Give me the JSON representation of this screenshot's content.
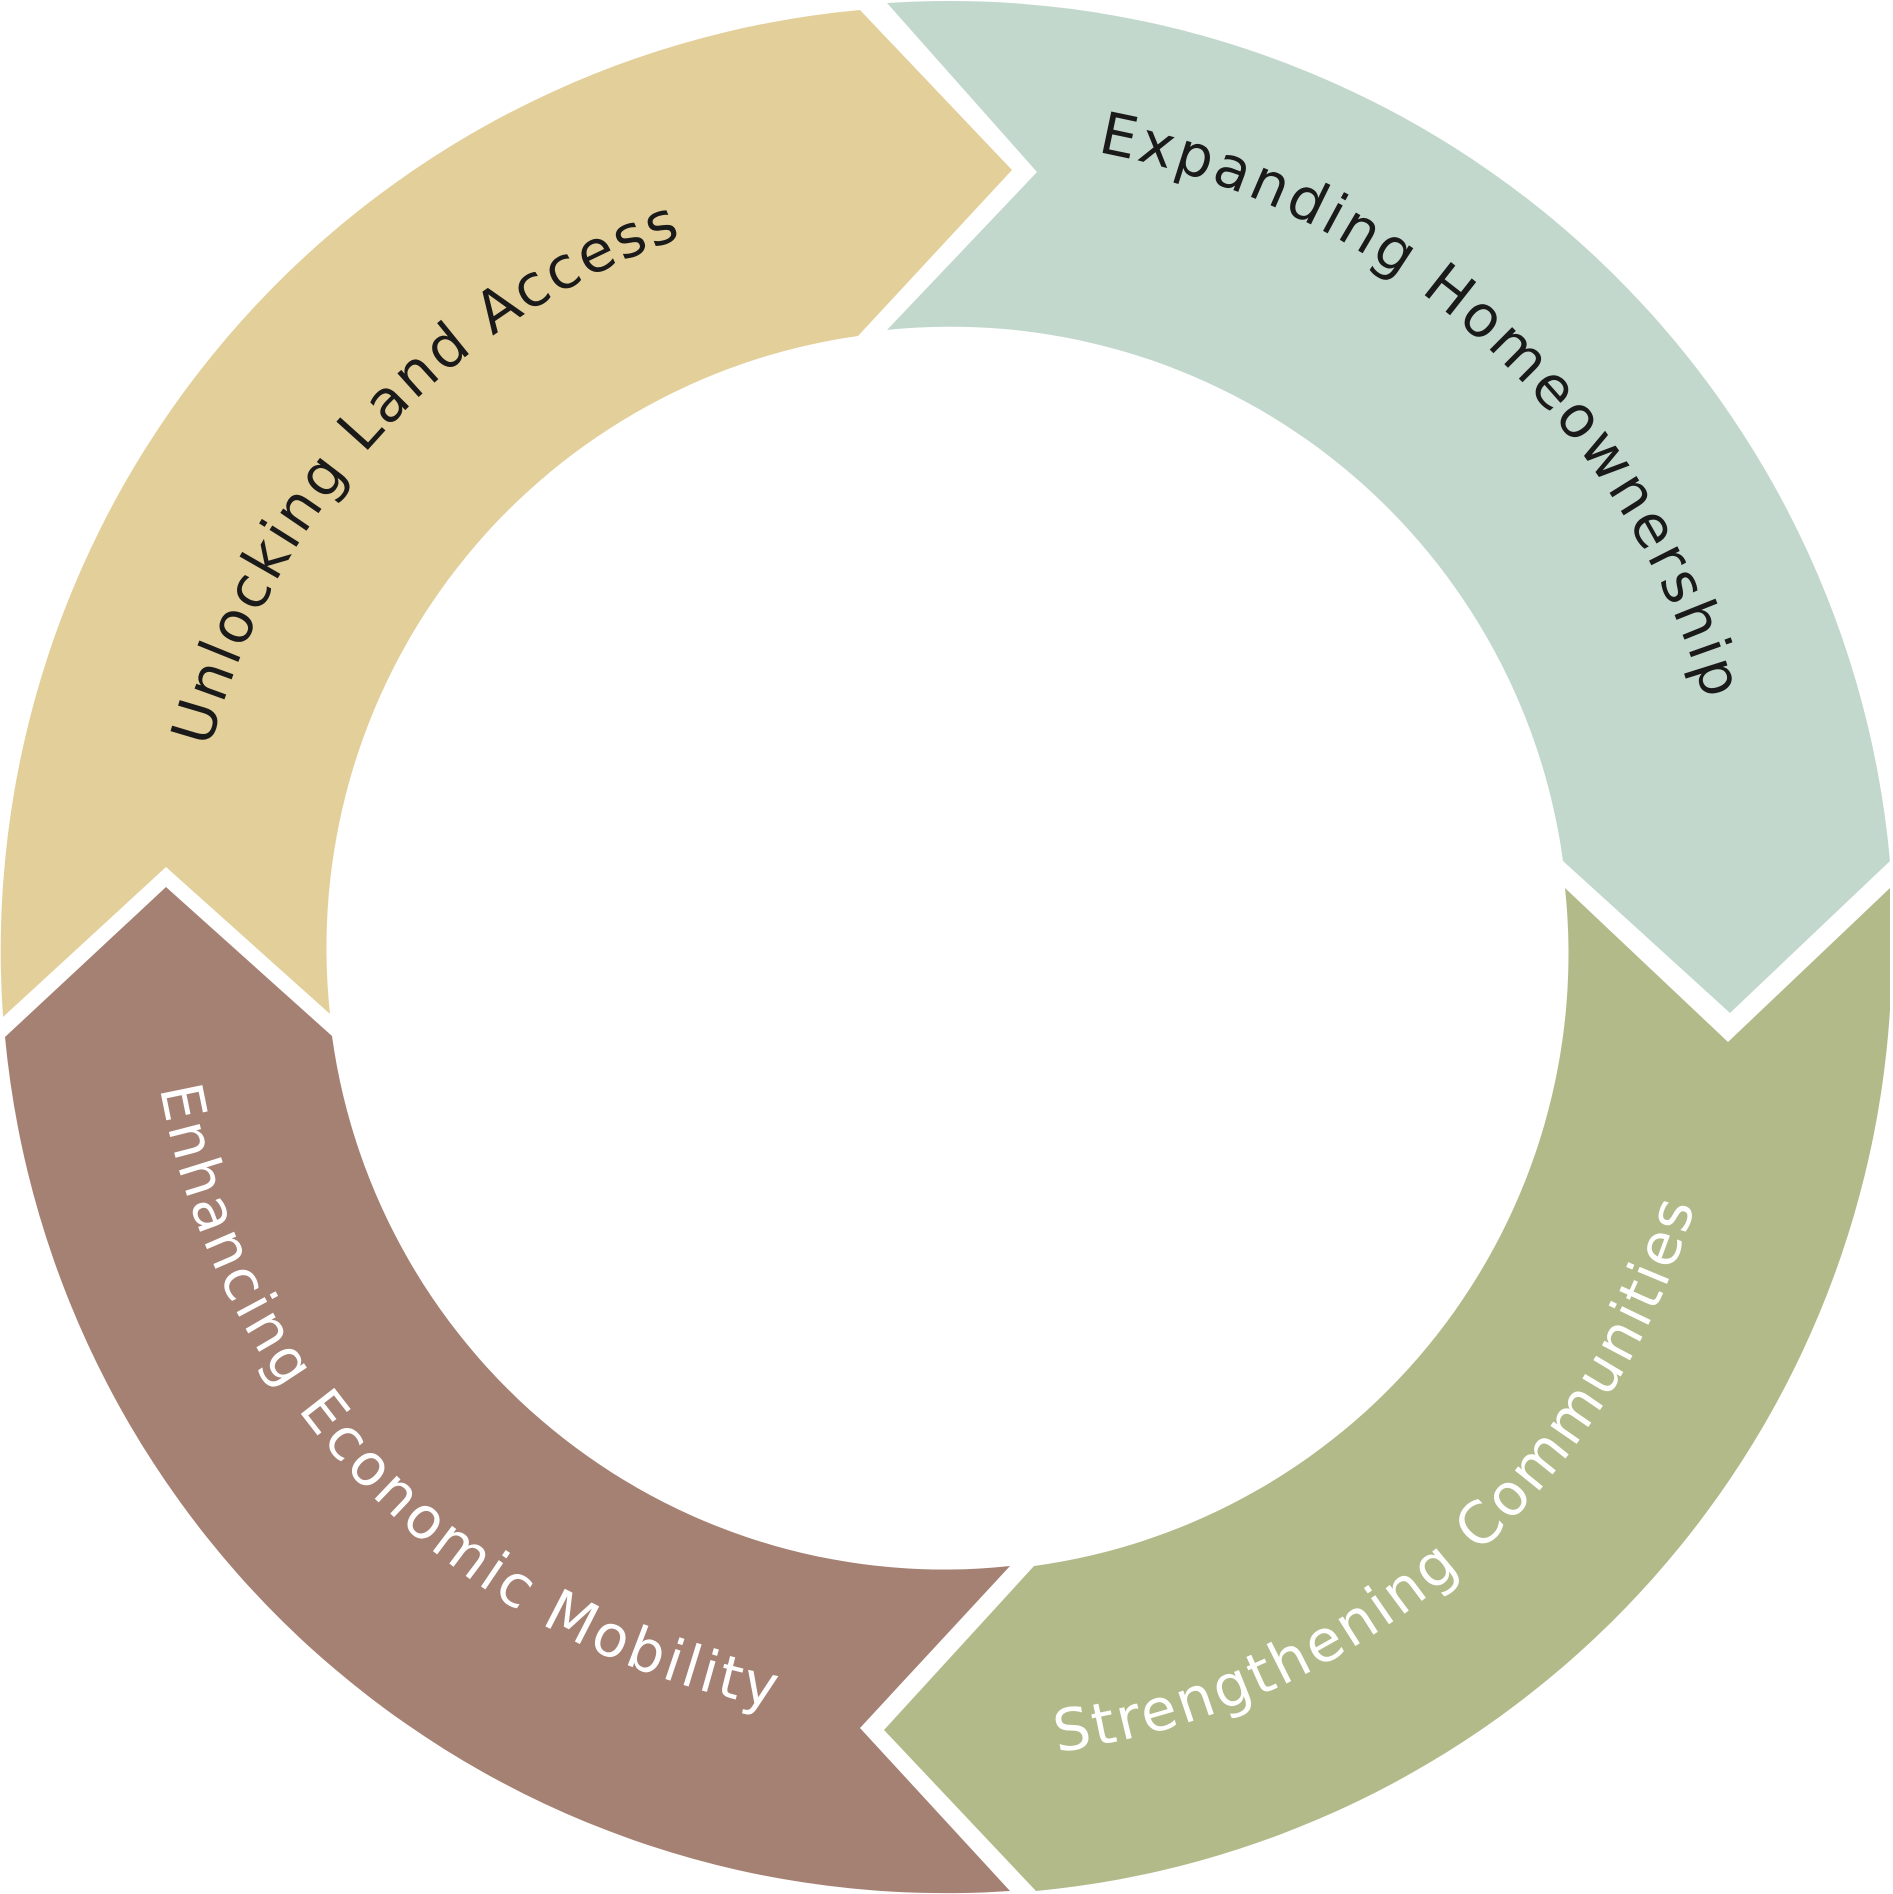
{
  "diagram": {
    "type": "cycle",
    "segments": [
      {
        "id": "land",
        "label": "Unlocking Land Access",
        "color": "#E3CF9A",
        "text_color": "#1a1a1a"
      },
      {
        "id": "home",
        "label": "Expanding Homeownership",
        "color": "#C2D8CD",
        "text_color": "#1a1a1a"
      },
      {
        "id": "community",
        "label": "Strengthening Communities",
        "color": "#B2BA89",
        "text_color": "#ffffff"
      },
      {
        "id": "mobility",
        "label": "Enhancing Economic Mobility",
        "color": "#A58173",
        "text_color": "#ffffff"
      }
    ]
  }
}
